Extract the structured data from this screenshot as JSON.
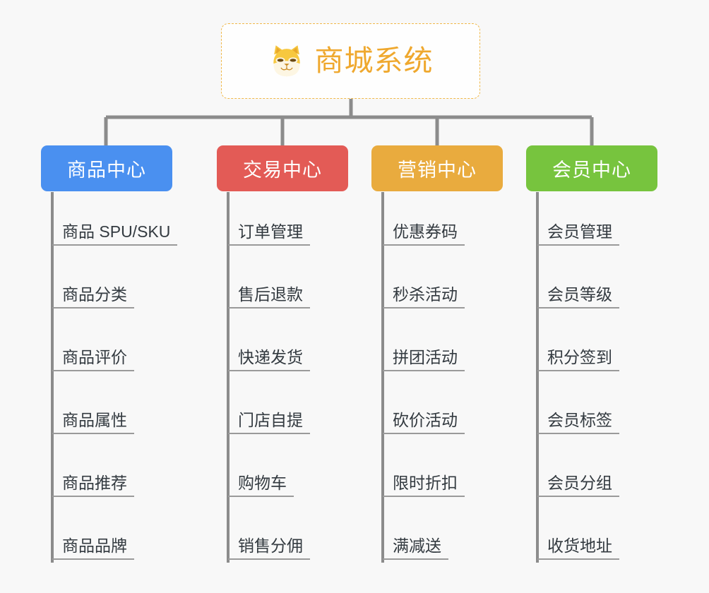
{
  "diagram": {
    "type": "mindmap-tree",
    "background_color": "#f8f8f8",
    "root": {
      "title": "商城系统",
      "icon": "shiba-dog-face-icon",
      "text_color": "#efa82e",
      "border_color": "#f0b849",
      "background_color": "#fefefe"
    },
    "connector_color": "#8c8c8c",
    "categories": [
      {
        "label": "商品中心",
        "color": "#4a90f0",
        "items": [
          "商品 SPU/SKU",
          "商品分类",
          "商品评价",
          "商品属性",
          "商品推荐",
          "商品品牌"
        ]
      },
      {
        "label": "交易中心",
        "color": "#e35b56",
        "items": [
          "订单管理",
          "售后退款",
          "快递发货",
          "门店自提",
          "购物车",
          "销售分佣"
        ]
      },
      {
        "label": "营销中心",
        "color": "#e9ab3e",
        "items": [
          "优惠券码",
          "秒杀活动",
          "拼团活动",
          "砍价活动",
          "限时折扣",
          "满减送"
        ]
      },
      {
        "label": "会员中心",
        "color": "#77c43e",
        "items": [
          "会员管理",
          "会员等级",
          "积分签到",
          "会员标签",
          "会员分组",
          "收货地址"
        ]
      }
    ]
  }
}
